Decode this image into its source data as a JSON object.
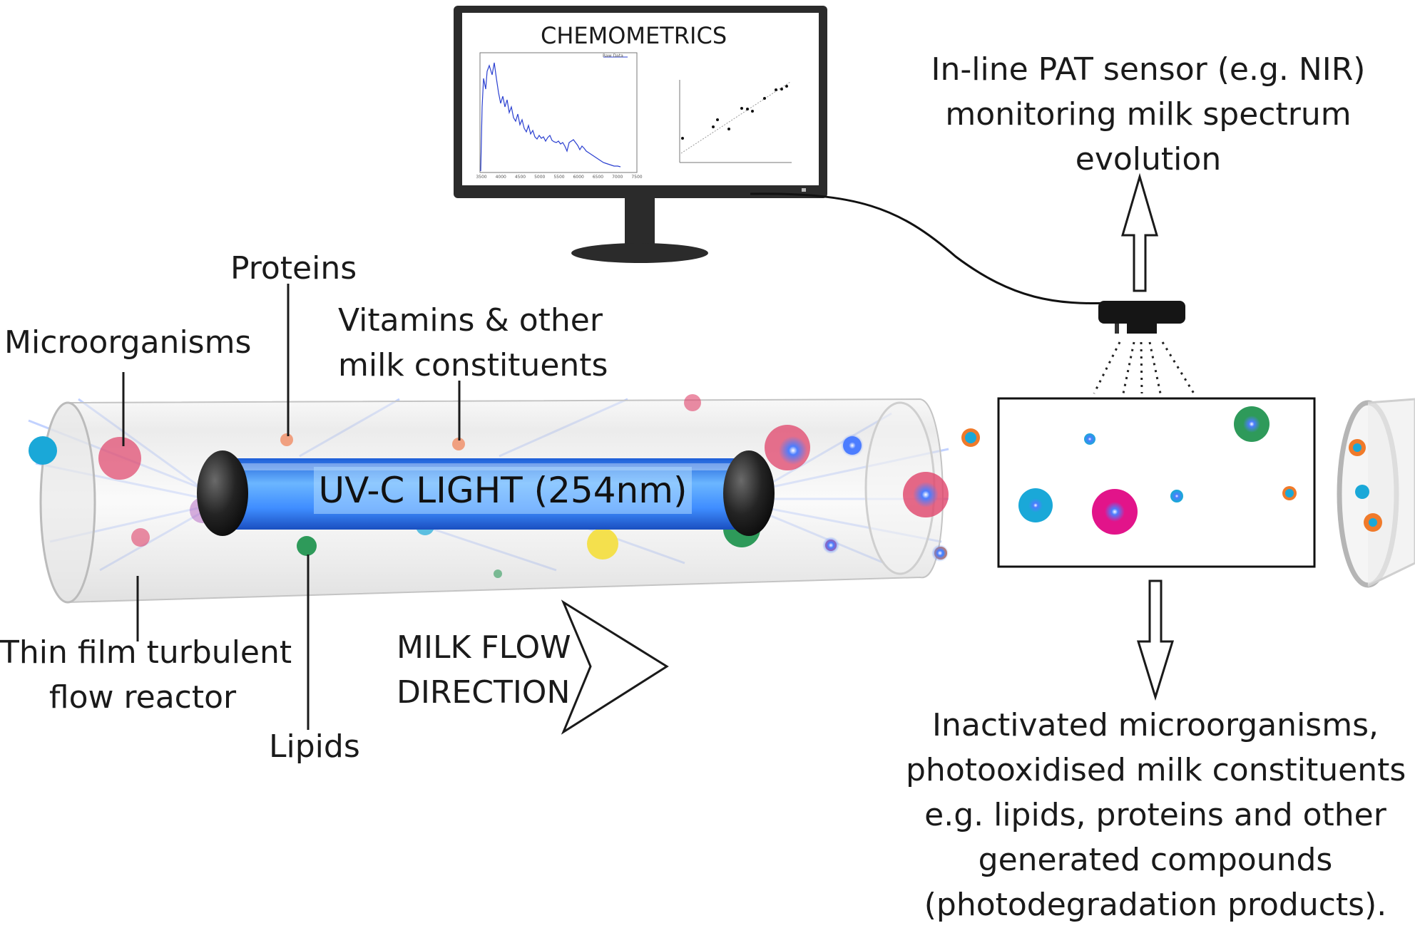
{
  "monitor": {
    "title": "CHEMOMETRICS",
    "spectrum_legend": "Raw Data",
    "x_ticks": [
      "3500",
      "4000",
      "4500",
      "5000",
      "5500",
      "6000",
      "6500",
      "7000",
      "7500"
    ]
  },
  "labels": {
    "pat_sensor": [
      "In-line PAT sensor (e.g. NIR)",
      "monitoring milk spectrum",
      "evolution"
    ],
    "proteins": "Proteins",
    "microorganisms": "Microorganisms",
    "vitamins": [
      "Vitamins & other",
      "milk constituents"
    ],
    "uvc_light": "UV-C LIGHT (254nm)",
    "reactor": [
      "Thin film turbulent",
      "flow reactor"
    ],
    "lipids": "Lipids",
    "flow_direction": [
      "MILK FLOW",
      "DIRECTION"
    ],
    "outcome": [
      "Inactivated microorganisms,",
      "photooxidised milk constituents",
      "e.g. lipids, proteins and other",
      "generated compounds",
      "(photodegradation products)."
    ]
  },
  "colors": {
    "uv_blue": "#4fa3ff",
    "lamp_cap": "#1c1c1c",
    "microorganism": "#e0436a",
    "lipid": "#2e9a5a",
    "vitamin": "#f4e04d",
    "protein": "#f0a080",
    "cyan_particle": "#1aa8d8",
    "orange_particle": "#f07a2a"
  }
}
